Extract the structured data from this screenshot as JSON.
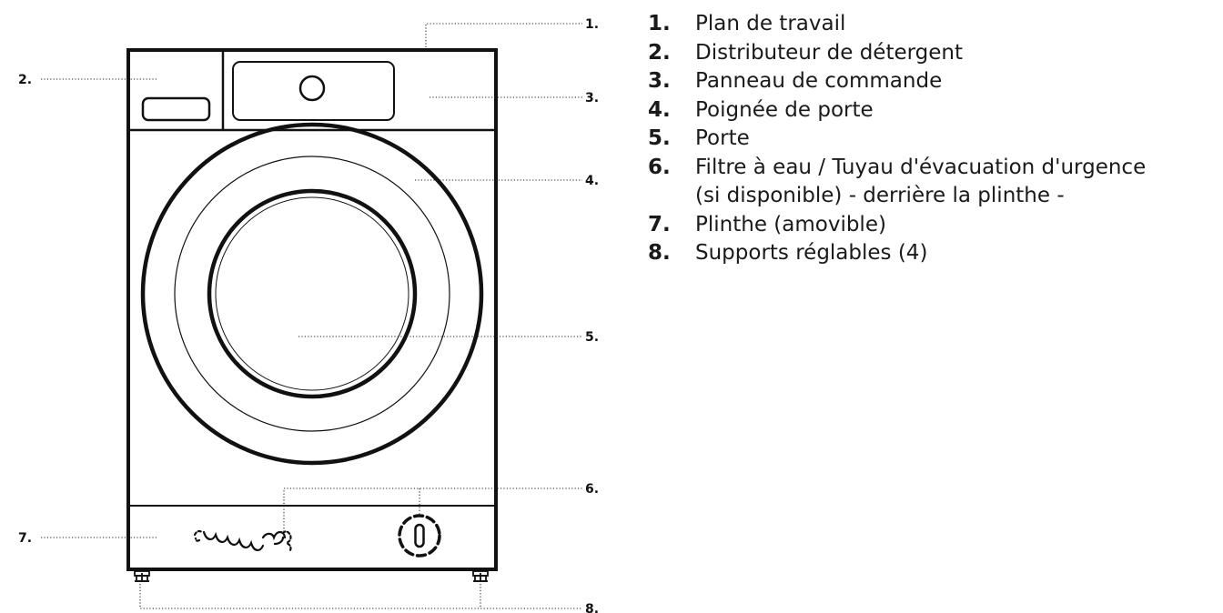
{
  "callouts": [
    {
      "number": "1.",
      "label": "Plan de travail"
    },
    {
      "number": "2.",
      "label": "Distributeur de détergent"
    },
    {
      "number": "3.",
      "label": "Panneau de commande"
    },
    {
      "number": "4.",
      "label": "Poignée de porte"
    },
    {
      "number": "5.",
      "label": "Porte"
    },
    {
      "number": "6.",
      "label": "Filtre à eau / Tuyau d'évacuation d'urgence\n(si disponible) - derrière la plinthe -"
    },
    {
      "number": "7.",
      "label": "Plinthe (amovible)"
    },
    {
      "number": "8.",
      "label": "Supports réglables (4)"
    }
  ],
  "colors": {
    "line": "#111111",
    "background": "#ffffff"
  }
}
